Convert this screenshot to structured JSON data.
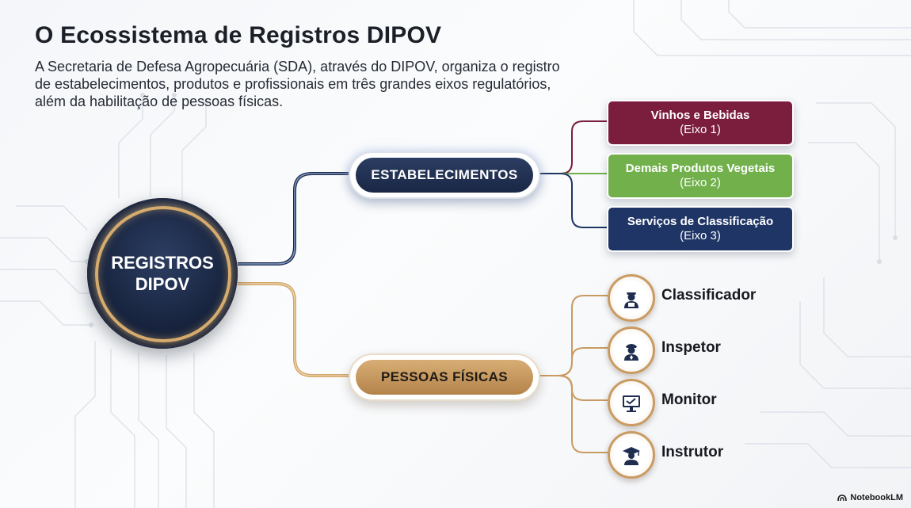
{
  "header": {
    "title": "O Ecossistema de Registros DIPOV",
    "description": "A Secretaria de Defesa Agropecuária (SDA), através do DIPOV, organiza o registro de estabelecimentos, produtos e profissionais em três grandes eixos regulatórios, além da habilitação de pessoas físicas."
  },
  "hub": {
    "label": "REGISTROS DIPOV"
  },
  "branches": {
    "establishments": {
      "label": "ESTABELECIMENTOS",
      "axes": [
        {
          "name": "Vinhos e Bebidas",
          "axis": "(Eixo 1)",
          "color": "#7b1d3c"
        },
        {
          "name": "Demais Produtos Vegetais",
          "axis": "(Eixo 2)",
          "color": "#72b04c"
        },
        {
          "name": "Serviços de Classificação",
          "axis": "(Eixo 3)",
          "color": "#1f3566"
        }
      ]
    },
    "people": {
      "label": "PESSOAS FÍSICAS",
      "roles": [
        {
          "label": "Classificador",
          "icon": "classifier-icon"
        },
        {
          "label": "Inspetor",
          "icon": "inspector-icon"
        },
        {
          "label": "Monitor",
          "icon": "monitor-icon"
        },
        {
          "label": "Instrutor",
          "icon": "instructor-icon"
        }
      ]
    }
  },
  "footer": {
    "brand": "NotebookLM"
  },
  "colors": {
    "navy": "#1a2745",
    "gold": "#c99b62",
    "wine": "#7b1d3c",
    "green": "#72b04c"
  }
}
